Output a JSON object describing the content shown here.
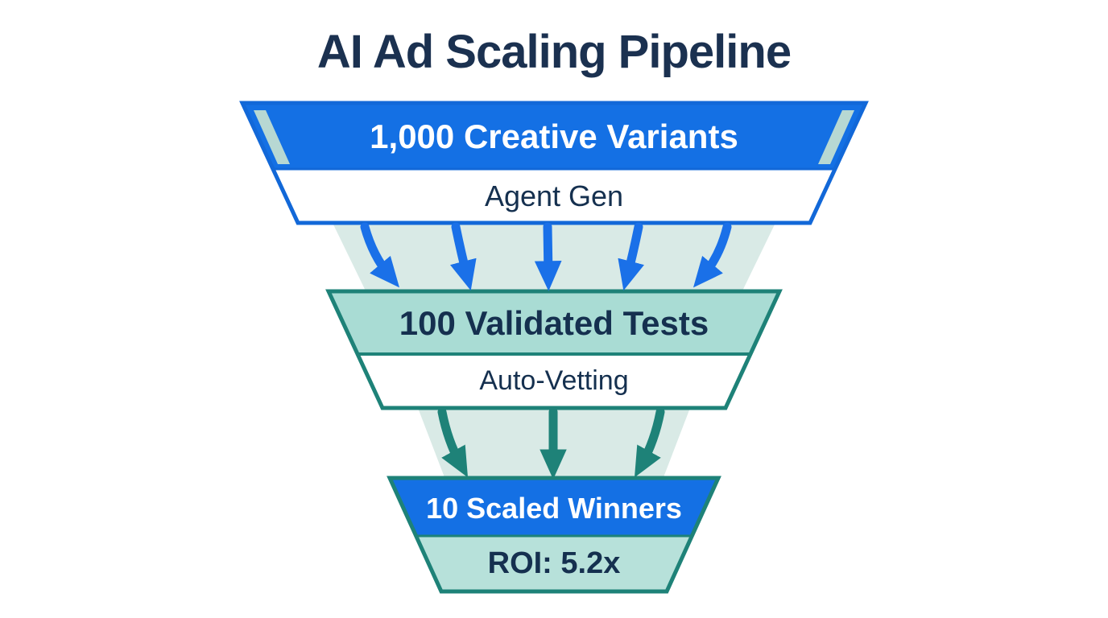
{
  "page": {
    "title": "AI Ad Scaling Pipeline",
    "background": "#ffffff"
  },
  "funnel": {
    "stages": [
      {
        "header": "1,000 Creative Variants",
        "subtitle": "Agent Gen",
        "header_fill": "#1470e4",
        "header_text_color": "#ffffff",
        "subtitle_fill": "#ffffff",
        "border_color": "#1268d8"
      },
      {
        "header": "100 Validated Tests",
        "subtitle": "Auto-Vetting",
        "header_fill": "#a9dcd4",
        "header_text_color": "#15304f",
        "subtitle_fill": "#ffffff",
        "border_color": "#1e8278"
      },
      {
        "header": "10 Scaled Winners",
        "subtitle": "ROI: 5.2x",
        "header_fill": "#1470e4",
        "header_text_color": "#ffffff",
        "subtitle_fill": "#b7e1da",
        "border_color": "#1e8278"
      }
    ],
    "arrow_groups": [
      {
        "from_stage": 1,
        "to_stage": 2,
        "count": 5,
        "color": "#1a70e8",
        "direction": "down-converging"
      },
      {
        "from_stage": 2,
        "to_stage": 3,
        "count": 3,
        "color": "#1e8278",
        "direction": "down-converging"
      }
    ],
    "colors": {
      "blue_fill": "#1470e4",
      "blue_border": "#1268d8",
      "teal_border": "#1e8278",
      "mint_header_band": "#a9dcd4",
      "mint_funnel_background": "#d9eae6",
      "mint_bottom_band": "#b7e1da",
      "edge_stripe": "#b7d8d3",
      "text_navy": "#15304f",
      "title_navy": "#1b3150"
    }
  }
}
